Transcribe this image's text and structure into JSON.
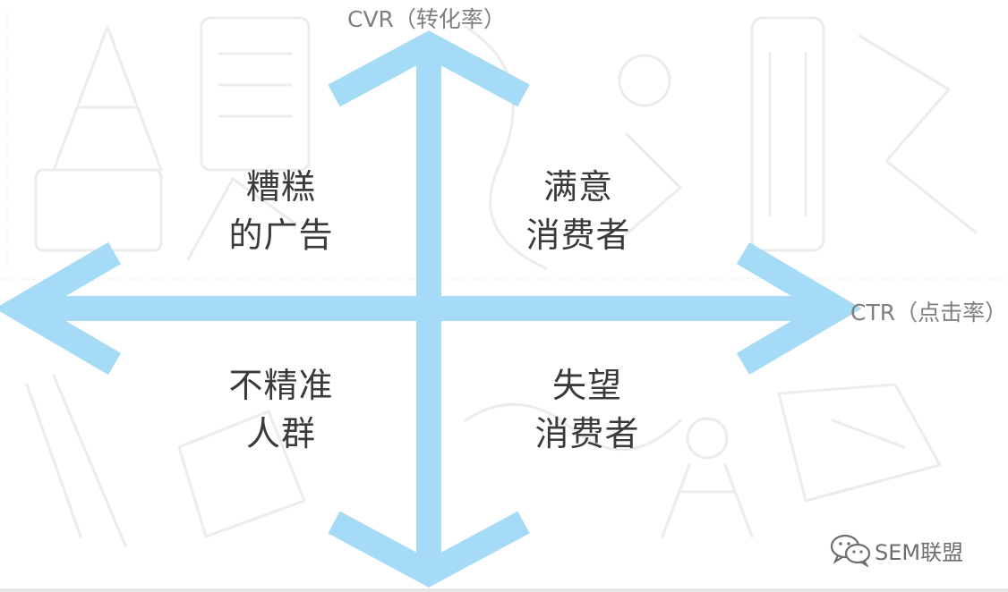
{
  "axes": {
    "y_label": "CVR（转化率）",
    "x_label": "CTR（点击率）",
    "arrow_color": "#a6dbf7"
  },
  "quadrants": {
    "top_left": {
      "line1": "糟糕",
      "line2": "的广告"
    },
    "top_right": {
      "line1": "满意",
      "line2": "消费者"
    },
    "bottom_left": {
      "line1": "不精准",
      "line2": "人群"
    },
    "bottom_right": {
      "line1": "失望",
      "line2": "消费者"
    }
  },
  "watermark": {
    "icon": "wechat-icon",
    "text": "SEM联盟"
  }
}
